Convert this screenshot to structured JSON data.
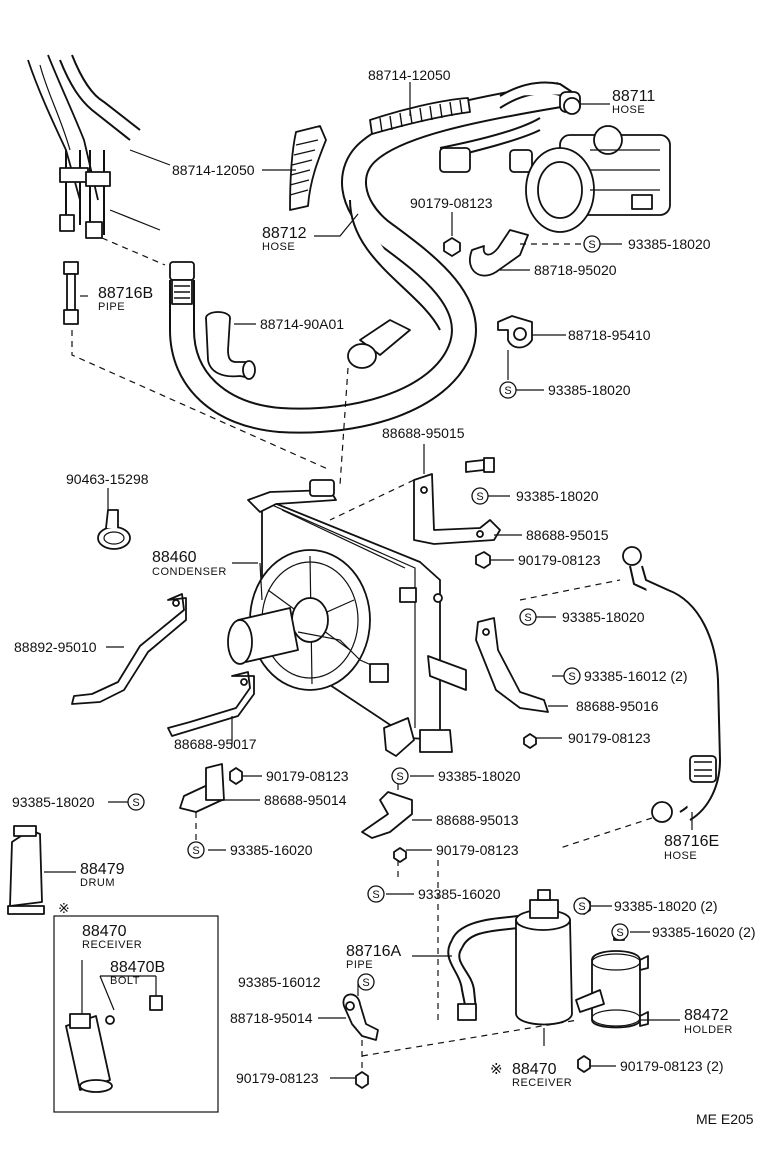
{
  "diagram": {
    "code": "ME  E205",
    "parts": {
      "p88711": {
        "number": "88711",
        "name": "HOSE"
      },
      "p88714_12050_top": {
        "number": "88714-12050"
      },
      "p88714_12050_left": {
        "number": "88714-12050"
      },
      "p88712": {
        "number": "88712",
        "name": "HOSE"
      },
      "p90179_08123_a": {
        "number": "90179-08123"
      },
      "p93385_18020_a": {
        "number": "93385-18020"
      },
      "p88718_95020": {
        "number": "88718-95020"
      },
      "p88716B": {
        "number": "88716B",
        "name": "PIPE"
      },
      "p88714_90A01": {
        "number": "88714-90A01"
      },
      "p88718_95410": {
        "number": "88718-95410"
      },
      "p93385_18020_b": {
        "number": "93385-18020"
      },
      "p88688_95015_top": {
        "number": "88688-95015"
      },
      "p90463_15298": {
        "number": "90463-15298"
      },
      "p93385_18020_c": {
        "number": "93385-18020"
      },
      "p88688_95015_r": {
        "number": "88688-95015"
      },
      "p88460": {
        "number": "88460",
        "name": "CONDENSER"
      },
      "p90179_08123_b": {
        "number": "90179-08123"
      },
      "p93385_18020_d": {
        "number": "93385-18020"
      },
      "p88892_95010": {
        "number": "88892-95010"
      },
      "p93385_16012_2": {
        "number": "93385-16012 (2)"
      },
      "p88688_95016": {
        "number": "88688-95016"
      },
      "p88688_95017": {
        "number": "88688-95017"
      },
      "p90179_08123_c": {
        "number": "90179-08123"
      },
      "p90179_08123_d": {
        "number": "90179-08123"
      },
      "p93385_18020_e": {
        "number": "93385-18020"
      },
      "p93385_18020_f": {
        "number": "93385-18020"
      },
      "p88688_95014": {
        "number": "88688-95014"
      },
      "p88688_95013": {
        "number": "88688-95013"
      },
      "p88716E": {
        "number": "88716E",
        "name": "HOSE"
      },
      "p93385_16020_a": {
        "number": "93385-16020"
      },
      "p90179_08123_e": {
        "number": "90179-08123"
      },
      "p88479": {
        "number": "88479",
        "name": "DRUM"
      },
      "p93385_16020_b": {
        "number": "93385-16020"
      },
      "p93385_18020_2": {
        "number": "93385-18020 (2)"
      },
      "p93385_16020_2": {
        "number": "93385-16020 (2)"
      },
      "p88470_box": {
        "number": "88470",
        "name": "RECEIVER"
      },
      "p88470B": {
        "number": "88470B",
        "name": "BOLT"
      },
      "p88716A": {
        "number": "88716A",
        "name": "PIPE"
      },
      "p93385_16012": {
        "number": "93385-16012"
      },
      "p88718_95014": {
        "number": "88718-95014"
      },
      "p88472": {
        "number": "88472",
        "name": "HOLDER"
      },
      "p90179_08123_f": {
        "number": "90179-08123"
      },
      "p88470_main": {
        "number": "88470",
        "name": "RECEIVER"
      },
      "p90179_08123_2": {
        "number": "90179-08123 (2)"
      }
    },
    "symbols": {
      "screw_mark": "S",
      "note_mark": "※"
    }
  }
}
